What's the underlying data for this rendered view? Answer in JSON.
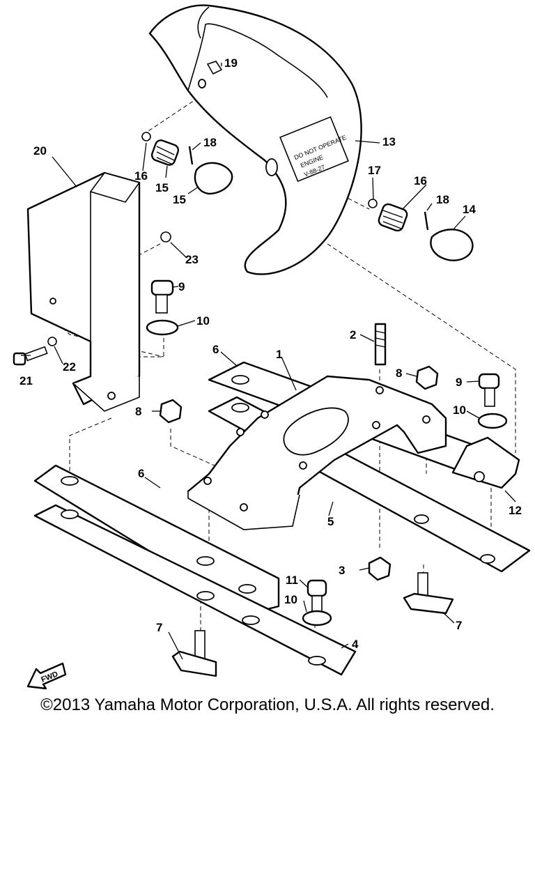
{
  "parts": [
    {
      "id": "1",
      "label": "1"
    },
    {
      "id": "2",
      "label": "2"
    },
    {
      "id": "3",
      "label": "3"
    },
    {
      "id": "4",
      "label": "4"
    },
    {
      "id": "5",
      "label": "5"
    },
    {
      "id": "6a",
      "label": "6"
    },
    {
      "id": "6b",
      "label": "6"
    },
    {
      "id": "7a",
      "label": "7"
    },
    {
      "id": "7b",
      "label": "7"
    },
    {
      "id": "8a",
      "label": "8"
    },
    {
      "id": "8b",
      "label": "8"
    },
    {
      "id": "9a",
      "label": "9"
    },
    {
      "id": "9b",
      "label": "9"
    },
    {
      "id": "10a",
      "label": "10"
    },
    {
      "id": "10b",
      "label": "10"
    },
    {
      "id": "10c",
      "label": "10"
    },
    {
      "id": "11",
      "label": "11"
    },
    {
      "id": "12",
      "label": "12"
    },
    {
      "id": "13",
      "label": "13"
    },
    {
      "id": "14",
      "label": "14"
    },
    {
      "id": "15a",
      "label": "15"
    },
    {
      "id": "15b",
      "label": "15"
    },
    {
      "id": "16a",
      "label": "16"
    },
    {
      "id": "16b",
      "label": "16"
    },
    {
      "id": "17",
      "label": "17"
    },
    {
      "id": "18a",
      "label": "18"
    },
    {
      "id": "18b",
      "label": "18"
    },
    {
      "id": "19",
      "label": "19"
    },
    {
      "id": "20",
      "label": "20"
    },
    {
      "id": "21",
      "label": "21"
    },
    {
      "id": "22",
      "label": "22"
    },
    {
      "id": "23",
      "label": "23"
    }
  ],
  "cover_label": {
    "line1": "DO NOT OPERATE",
    "line2": "ENGINE",
    "line3": "V-88-27"
  },
  "fwd_label": "FWD",
  "copyright": "©2013 Yamaha Motor Corporation, U.S.A. All rights reserved."
}
